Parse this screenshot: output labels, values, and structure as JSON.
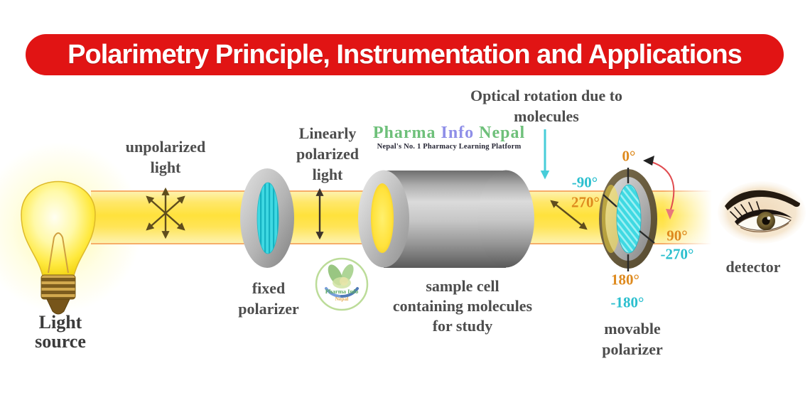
{
  "banner": {
    "title": "Polarimetry Principle, Instrumentation and Applications"
  },
  "brand": {
    "word1": "Pharma",
    "word2": "Info",
    "word3": "Nepal",
    "tagline": "Nepal's No. 1 Pharmacy Learning Platform"
  },
  "watermark": {
    "line1": "Pharma Info",
    "line2": "Nepal"
  },
  "labels": {
    "light_source_1": "Light",
    "light_source_2": "source",
    "unpolarized_1": "unpolarized",
    "unpolarized_2": "light",
    "linearly_1": "Linearly",
    "linearly_2": "polarized",
    "linearly_3": "light",
    "fixed_1": "fixed",
    "fixed_2": "polarizer",
    "sample_1": "sample cell",
    "sample_2": "containing molecules",
    "sample_3": "for study",
    "optical_1": "Optical rotation due to",
    "optical_2": "molecules",
    "movable_1": "movable",
    "movable_2": "polarizer",
    "detector": "detector"
  },
  "angles": {
    "a0": "0°",
    "neg90": "-90°",
    "pos270": "270°",
    "pos90": "90°",
    "neg270": "-270°",
    "pos180": "180°",
    "neg180": "-180°"
  },
  "colors": {
    "banner_red": "#e11414",
    "angle_orange": "#de8a1e",
    "angle_cyan": "#2bbfce",
    "beam_yellow": "#ffe23c",
    "beam_edge": "#f6ad68",
    "label_gray": "#4d4d4d",
    "brand_green": "#6ec07a",
    "brand_purple": "#8f8fe8",
    "polarizer_cyan": "#35d3df",
    "movable_ring_olive": "#6e6147",
    "rotation_arrow_red": "#e04b4f"
  }
}
